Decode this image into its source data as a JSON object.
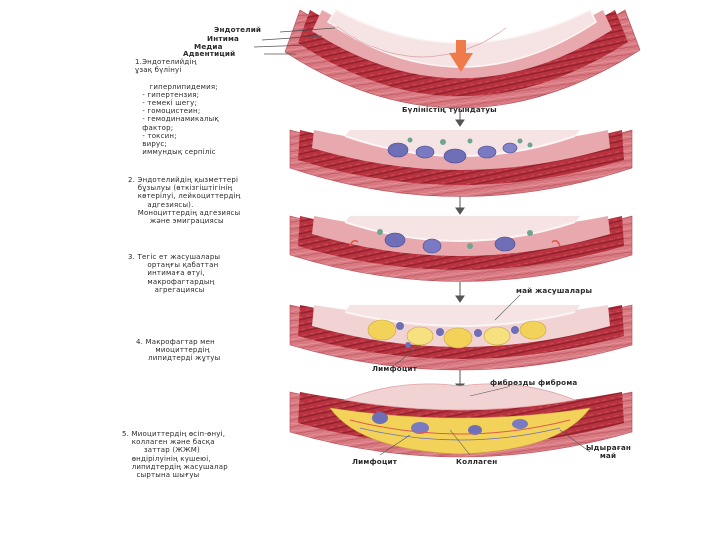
{
  "colors": {
    "adventitia": "#d97a82",
    "media": "#b8323f",
    "intima": "#e8a9ae",
    "lumen": "#f6e3e3",
    "endothelium": "#fbf4f4",
    "arrow": "#f07b4a",
    "line": "#555555",
    "monocyte": "#6f6fb8",
    "lipid": "#f3d25a"
  },
  "icons": [
    "down-arrow-icon",
    "blood-vessel-cross-section"
  ],
  "layer_labels": {
    "endothelium": "Эндотелий",
    "intima": "Интима",
    "media": "Медиа",
    "adventitia": "Адвентиций"
  },
  "stages": [
    {
      "id": "stage-1",
      "caption": "1.Эндотелийдің\nұзақ бүлінуі\n\n      гиперлипидемия;\n   - гипертензия;\n   - темекі шегу;\n   - гомоцистеин;\n   - гемодинамикалық\n   фактор;\n   - токсин;\n   вирус;\n   иммундық серпіліс"
    },
    {
      "id": "stage-2",
      "caption": "2. Эндотелийдің қызметтері\n    бұзылуы (өткізгіштігінің\n    көтерілуі, лейкоциттердің\n        адгезиясы).\n    Моноциттердің адгезиясы\n         және эмиграциясы"
    },
    {
      "id": "stage-3",
      "caption": "3. Тегіс ет жасушалары\n        ортаңғы қабаттан\n        интимаға өтуі,\n        макрофагтардың\n           агрегациясы"
    },
    {
      "id": "stage-4",
      "caption": "4. Макрофагтар мен\n        миоциттердің\n     липидтерді жұтуы"
    },
    {
      "id": "stage-5",
      "caption": "5. Миоциттердің өсіп-өнуі,\n    коллаген және басқа\n         заттар (ЖЖМ)\n    өндірілуінің күшеюі,\n    липидтердің жасушалар\n      сыртына шығуы"
    }
  ],
  "annotations": {
    "injury": "Бүліністің туындатуы",
    "fat_cells": "май жасушалары",
    "lymphocyte_1": "Лимфоцит",
    "fibrous_cap": "фибрөзды фиброма",
    "lymphocyte_2": "Лимфоцит",
    "collagen": "Коллаген",
    "released_fat": "Ыдыраған\nмай"
  }
}
